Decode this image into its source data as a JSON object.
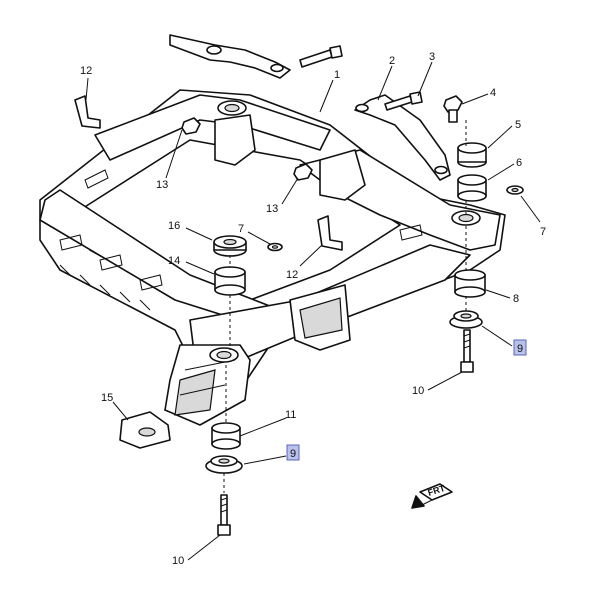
{
  "callouts": [
    {
      "id": "c1",
      "text": "1"
    },
    {
      "id": "c2",
      "text": "2"
    },
    {
      "id": "c3",
      "text": "3"
    },
    {
      "id": "c4",
      "text": "4"
    },
    {
      "id": "c5",
      "text": "5"
    },
    {
      "id": "c6",
      "text": "6"
    },
    {
      "id": "c7a",
      "text": "7"
    },
    {
      "id": "c7b",
      "text": "7"
    },
    {
      "id": "c8",
      "text": "8"
    },
    {
      "id": "c9a",
      "text": "9"
    },
    {
      "id": "c9b",
      "text": "9"
    },
    {
      "id": "c10a",
      "text": "10"
    },
    {
      "id": "c10b",
      "text": "10"
    },
    {
      "id": "c11",
      "text": "11"
    },
    {
      "id": "c12a",
      "text": "12"
    },
    {
      "id": "c12b",
      "text": "12"
    },
    {
      "id": "c13a",
      "text": "13"
    },
    {
      "id": "c13b",
      "text": "13"
    },
    {
      "id": "c14",
      "text": "14"
    },
    {
      "id": "c15",
      "text": "15"
    },
    {
      "id": "c16",
      "text": "16"
    }
  ],
  "front_arrow": {
    "text": "FRT"
  },
  "colors": {
    "highlight": "#b9c2ea",
    "line": "#111111"
  }
}
